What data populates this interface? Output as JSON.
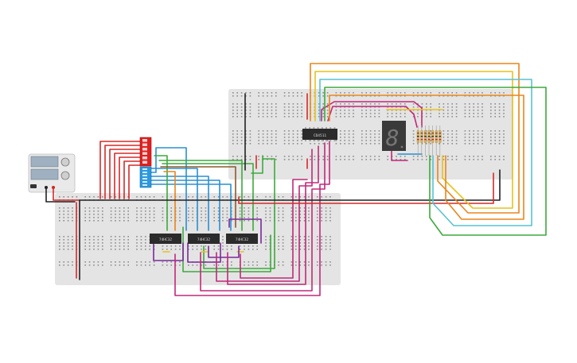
{
  "colors": {
    "background": "#ffffff",
    "breadboard": "#e3e3e3",
    "breadboard_rail": "#d4d4d4",
    "hole": "#8a8a8a",
    "chip": "#2b2b2b",
    "chip_text": "#d8d8d8",
    "power_supply": "#e6e6e6",
    "lcd": "#9aa7b5",
    "wire_red": "#d42a2a",
    "wire_black": "#222222",
    "wire_blue": "#2a8fd4",
    "wire_green": "#3caa3c",
    "wire_orange": "#e8861c",
    "wire_yellow": "#e6c21c",
    "wire_purple": "#7a2a9a",
    "wire_magenta": "#c2287a",
    "wire_cyan": "#56c2d4",
    "wire_brown": "#8a5a2a",
    "dip_red": "#e02020",
    "dip_blue": "#2a9ae0",
    "seven_segment": "#3a3a3a",
    "resistor": "#d9b060"
  },
  "components": {
    "power_supply": {
      "name": "power-supply"
    },
    "dip_switch_red": {
      "name": "dip-switch-red",
      "positions": 6
    },
    "dip_switch_blue": {
      "name": "dip-switch-blue",
      "positions": 6
    },
    "decoder_chip": {
      "name": "decoder-chip",
      "label": "CD4511"
    },
    "chips_lower": [
      {
        "name": "logic-chip-1",
        "label": "74HC32"
      },
      {
        "name": "logic-chip-2",
        "label": "74HC32"
      },
      {
        "name": "logic-chip-3",
        "label": "74HC32"
      }
    ],
    "display": {
      "name": "seven-segment-display",
      "digit": "8"
    },
    "resistor_array": {
      "name": "resistor-array",
      "count": 7
    }
  }
}
